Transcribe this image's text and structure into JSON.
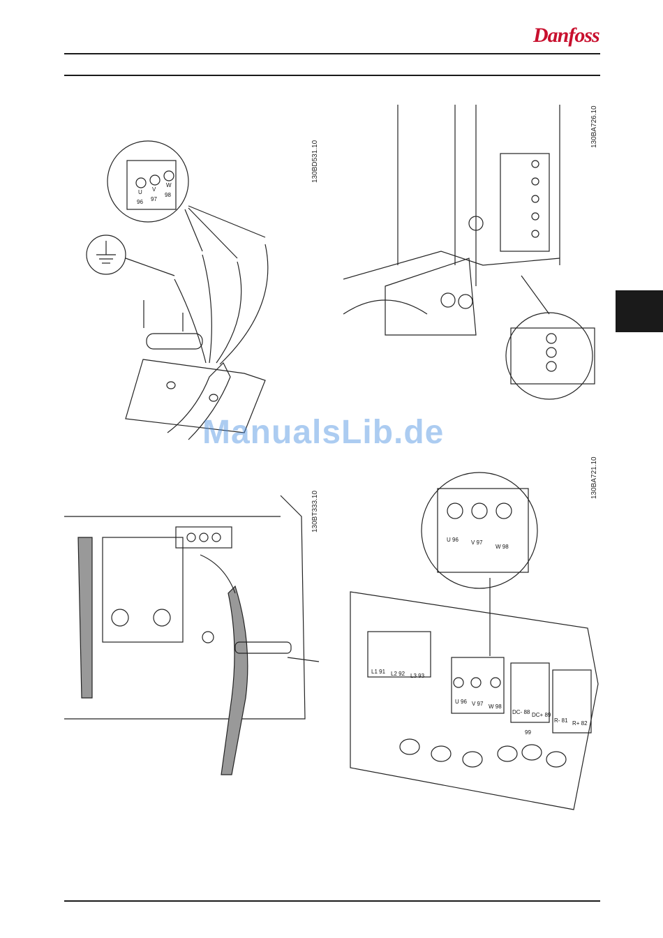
{
  "header": {
    "brand": "Danfoss"
  },
  "figures": [
    {
      "id": "130BD531.10",
      "terminals": [
        "U",
        "V",
        "W"
      ],
      "numbers": [
        "96",
        "97",
        "98"
      ]
    },
    {
      "id": "130BA726.10"
    },
    {
      "id": "130BT333.10"
    },
    {
      "id": "130BA721.10",
      "terminals": [
        "U 96",
        "V 97",
        "W 98"
      ],
      "strip": [
        "L1 91",
        "L2 92",
        "L3 93",
        "U 96",
        "V 97",
        "W 98",
        "DC- 88",
        "DC+ 89",
        "R- 81",
        "R+ 82"
      ],
      "ground": "99"
    }
  ],
  "watermark": "ManualsLib.de"
}
